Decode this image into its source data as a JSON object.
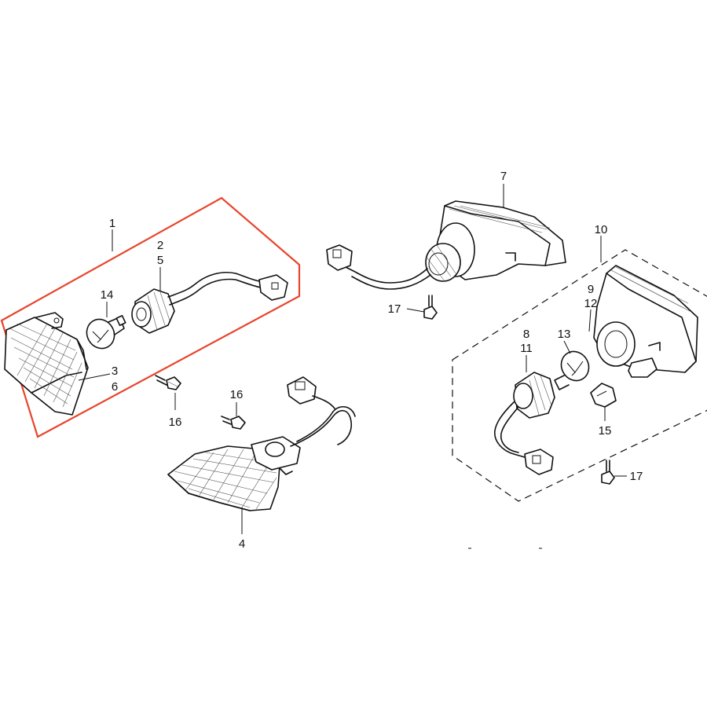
{
  "callouts": {
    "c1": "1",
    "c2": "2",
    "c3": "3",
    "c4": "4",
    "c5": "5",
    "c6": "6",
    "c7": "7",
    "c8": "8",
    "c9": "9",
    "c10": "10",
    "c11": "11",
    "c12": "12",
    "c13": "13",
    "c14": "14",
    "c15": "15",
    "c16a": "16",
    "c16b": "16",
    "c17a": "17",
    "c17b": "17"
  },
  "colors": {
    "highlight_box": "#e8452c",
    "ink": "#111111"
  }
}
